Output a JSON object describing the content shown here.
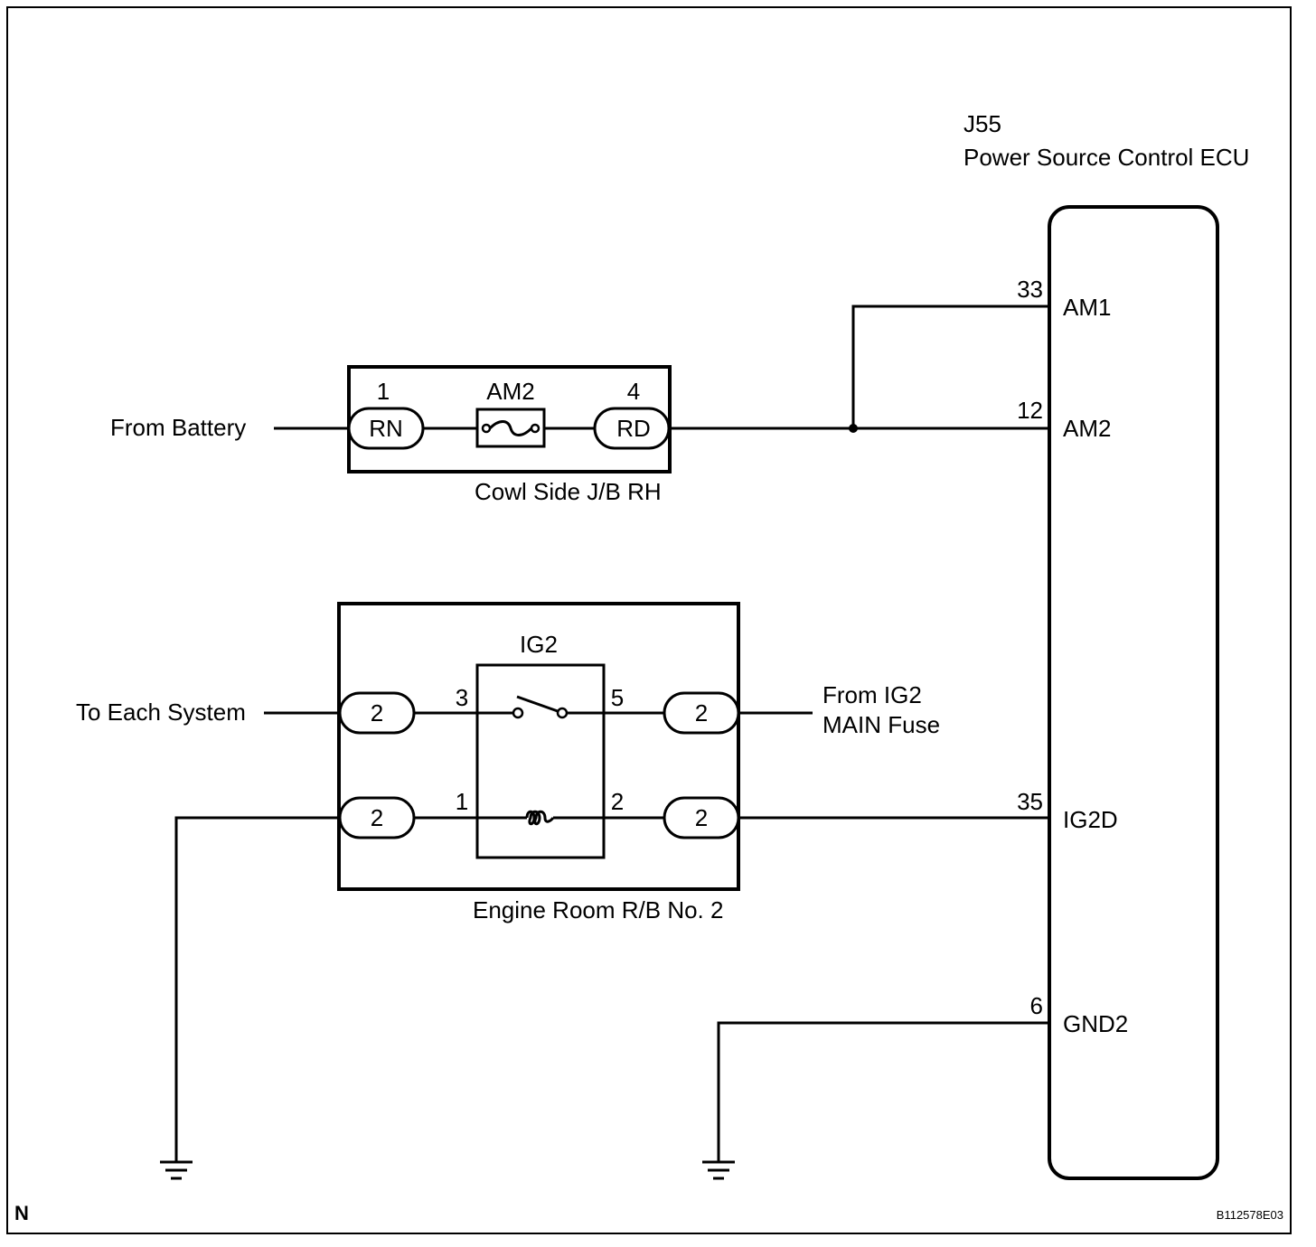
{
  "ecu": {
    "code": "J55",
    "name": "Power Source Control ECU",
    "pins": [
      {
        "num": "33",
        "name": "AM1"
      },
      {
        "num": "12",
        "name": "AM2"
      },
      {
        "num": "35",
        "name": "IG2D"
      },
      {
        "num": "6",
        "name": "GND2"
      }
    ]
  },
  "cowl_jb": {
    "name": "Cowl Side J/B RH",
    "fuse": "AM2",
    "left_pin": "1",
    "left_terminal": "RN",
    "right_pin": "4",
    "right_terminal": "RD"
  },
  "engine_rb": {
    "name": "Engine Room R/B No. 2",
    "relay": "IG2",
    "relay_pins": {
      "p3": "3",
      "p5": "5",
      "p1": "1",
      "p2": "2"
    },
    "terminals": {
      "tl": "2",
      "tr": "2",
      "bl": "2",
      "br": "2"
    }
  },
  "labels": {
    "from_battery": "From Battery",
    "to_each_system": "To Each System",
    "from_ig2_line1": "From IG2",
    "from_ig2_line2": "MAIN Fuse"
  },
  "footer": {
    "corner_letter": "N",
    "figure_code": "B112578E03"
  }
}
